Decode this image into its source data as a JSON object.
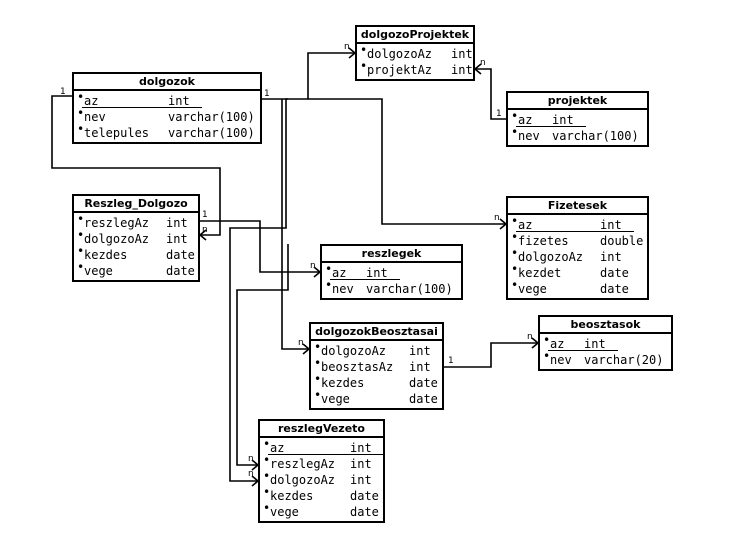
{
  "tables": [
    {
      "id": "dolgozoProjektek",
      "name": "dolgozoProjektek",
      "fields": [
        {
          "name": "dolgozoAz",
          "type": "int",
          "pk": false
        },
        {
          "name": "projektAz",
          "type": "int",
          "pk": false
        }
      ]
    },
    {
      "id": "dolgozok",
      "name": "dolgozok",
      "fields": [
        {
          "name": "az",
          "type": "int",
          "pk": true
        },
        {
          "name": "nev",
          "type": "varchar(100)",
          "pk": false
        },
        {
          "name": "telepules",
          "type": "varchar(100)",
          "pk": false
        }
      ]
    },
    {
      "id": "projektek",
      "name": "projektek",
      "fields": [
        {
          "name": "az",
          "type": "int",
          "pk": true
        },
        {
          "name": "nev",
          "type": "varchar(100)",
          "pk": false
        }
      ]
    },
    {
      "id": "Reszleg_Dolgozo",
      "name": "Reszleg_Dolgozo",
      "fields": [
        {
          "name": "reszlegAz",
          "type": "int",
          "pk": false
        },
        {
          "name": "dolgozoAz",
          "type": "int",
          "pk": false
        },
        {
          "name": "kezdes",
          "type": "date",
          "pk": false
        },
        {
          "name": "vege",
          "type": "date",
          "pk": false
        }
      ]
    },
    {
      "id": "Fizetesek",
      "name": "Fizetesek",
      "fields": [
        {
          "name": "az",
          "type": "int",
          "pk": true
        },
        {
          "name": "fizetes",
          "type": "double",
          "pk": false
        },
        {
          "name": "dolgozoAz",
          "type": "int",
          "pk": false
        },
        {
          "name": "kezdet",
          "type": "date",
          "pk": false
        },
        {
          "name": "vege",
          "type": "date",
          "pk": false
        }
      ]
    },
    {
      "id": "reszlegek",
      "name": "reszlegek",
      "fields": [
        {
          "name": "az",
          "type": "int",
          "pk": true
        },
        {
          "name": "nev",
          "type": "varchar(100)",
          "pk": false
        }
      ]
    },
    {
      "id": "dolgozokBeosztasai",
      "name": "dolgozokBeosztasai",
      "fields": [
        {
          "name": "dolgozoAz",
          "type": "int",
          "pk": false
        },
        {
          "name": "beosztasAz",
          "type": "int",
          "pk": false
        },
        {
          "name": "kezdes",
          "type": "date",
          "pk": false
        },
        {
          "name": "vege",
          "type": "date",
          "pk": false
        }
      ]
    },
    {
      "id": "beosztasok",
      "name": "beosztasok",
      "fields": [
        {
          "name": "az",
          "type": "int",
          "pk": true
        },
        {
          "name": "nev",
          "type": "varchar(20)",
          "pk": false
        }
      ]
    },
    {
      "id": "reszlegVezeto",
      "name": "reszlegVezeto",
      "fields": [
        {
          "name": "az",
          "type": "int",
          "pk": true
        },
        {
          "name": "reszlegAz",
          "type": "int",
          "pk": false
        },
        {
          "name": "dolgozoAz",
          "type": "int",
          "pk": false
        },
        {
          "name": "kezdes",
          "type": "date",
          "pk": false
        },
        {
          "name": "vege",
          "type": "date",
          "pk": false
        }
      ]
    }
  ],
  "cardinality": {
    "one": "1",
    "many": "n"
  },
  "bullet": "•"
}
